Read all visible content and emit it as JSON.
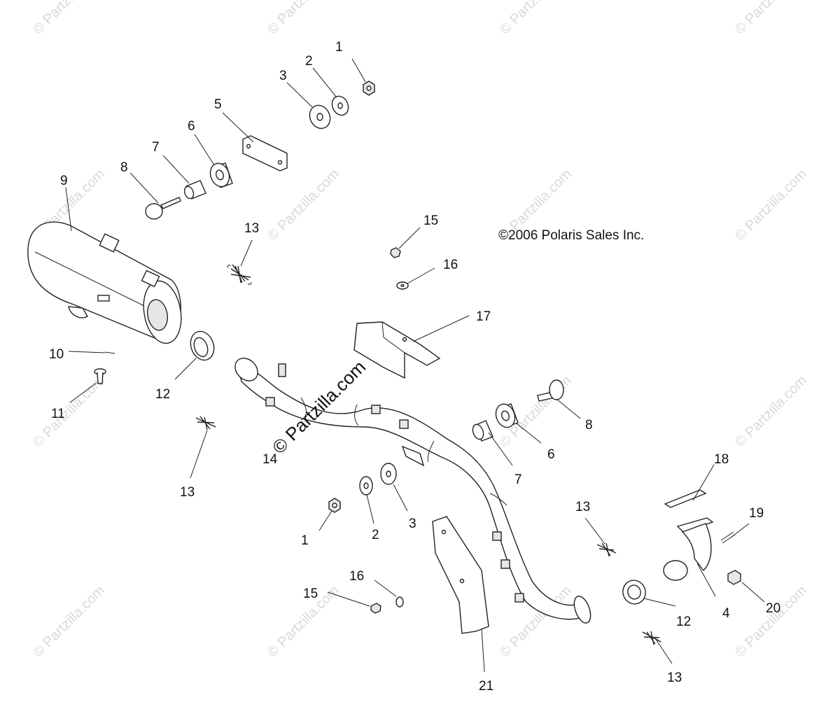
{
  "copyright": "©2006 Polaris Sales Inc.",
  "watermark_text": "© Partzilla.com",
  "center_watermark_text": "© Partzilla.com",
  "callouts": [
    "1",
    "2",
    "3",
    "5",
    "6",
    "7",
    "8",
    "9",
    "13",
    "15",
    "16",
    "17",
    "10",
    "12",
    "11",
    "13",
    "14",
    "8",
    "6",
    "7",
    "18",
    "13",
    "19",
    "1",
    "2",
    "3",
    "16",
    "15",
    "4",
    "20",
    "12",
    "13",
    "21"
  ]
}
